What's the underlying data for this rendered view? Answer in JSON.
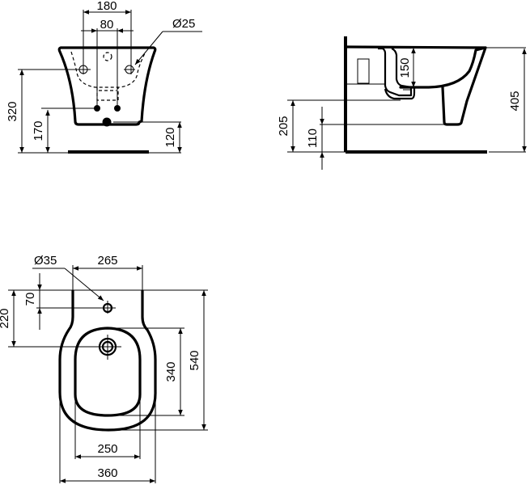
{
  "drawing": {
    "subject": "wall-hung bidet technical dimension drawing",
    "units": "mm",
    "front_view": {
      "dims": {
        "tap_holes_outer": "180",
        "tap_holes_inner": "80",
        "tap_hole_diameter": "Ø25",
        "tap_height": "320",
        "fixing_height": "170",
        "waste_height": "120"
      }
    },
    "side_view": {
      "dims": {
        "bowl_depth": "150",
        "total_height": "405",
        "fixing_height": "205",
        "waste_height": "110"
      }
    },
    "top_view": {
      "dims": {
        "tap_hole_diameter": "Ø35",
        "wall_width": "265",
        "tap_hole_offset": "70",
        "waste_offset": "220",
        "inner_bowl_length": "340",
        "projection": "540",
        "inner_bowl_width": "250",
        "overall_width": "360"
      }
    }
  }
}
